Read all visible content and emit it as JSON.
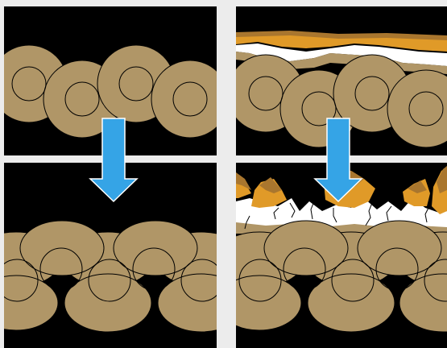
{
  "figure": {
    "panels": [
      {
        "id": "a",
        "state": "clean-bundle"
      },
      {
        "id": "b",
        "state": "coated-bundle"
      },
      {
        "id": "c",
        "state": "compressed-bundle"
      },
      {
        "id": "d",
        "state": "cracked-coating"
      }
    ],
    "arrows": [
      {
        "from": "a",
        "to": "c"
      },
      {
        "from": "b",
        "to": "d"
      }
    ]
  },
  "colors": {
    "page_background": "#ececec",
    "panel_background": "#000000",
    "fiber": "#b09667",
    "fiber_outline": "#000000",
    "coating_orange": "#e09a28",
    "coating_brown": "#a9762e",
    "coating_white": "#ffffff",
    "arrow": "#35a4e6",
    "arrow_outline": "#ffffff"
  }
}
